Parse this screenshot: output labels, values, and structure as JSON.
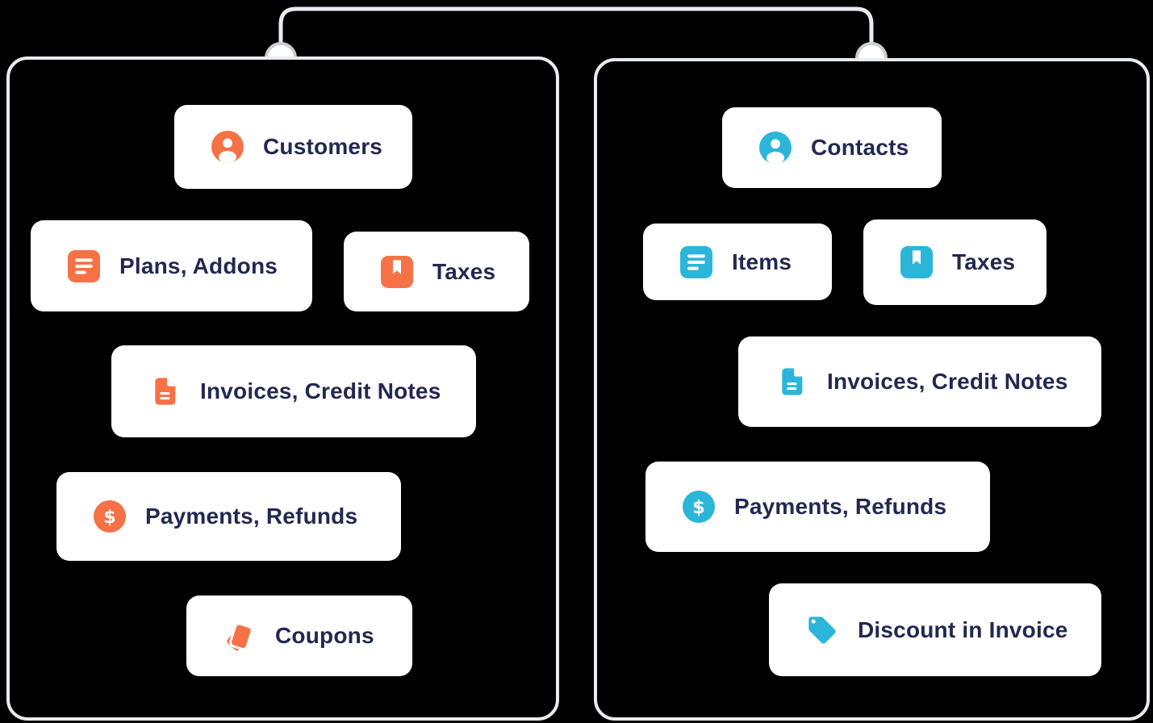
{
  "background_color": "#000000",
  "connector": {
    "line_color": "#E8ECF0",
    "node_fill": "#FFFFFF",
    "node_ring_color": "#C9CFD4"
  },
  "panel_style": {
    "border_color": "#E8ECF0",
    "card_background": "#FFFFFF",
    "label_color": "#232851"
  },
  "panels": [
    {
      "name": "left",
      "accent_color": "#F77146",
      "items": [
        {
          "label": "Customers",
          "icon": "user-circle-icon"
        },
        {
          "label": "Plans, Addons",
          "icon": "list-icon"
        },
        {
          "label": "Taxes",
          "icon": "bookmark-icon"
        },
        {
          "label": "Invoices, Credit Notes",
          "icon": "document-icon"
        },
        {
          "label": "Payments, Refunds",
          "icon": "dollar-circle-icon"
        },
        {
          "label": "Coupons",
          "icon": "coupons-icon"
        }
      ]
    },
    {
      "name": "right",
      "accent_color": "#2BB6D9",
      "items": [
        {
          "label": "Contacts",
          "icon": "user-circle-icon"
        },
        {
          "label": "Items",
          "icon": "list-icon"
        },
        {
          "label": "Taxes",
          "icon": "bookmark-icon"
        },
        {
          "label": "Invoices, Credit Notes",
          "icon": "document-icon"
        },
        {
          "label": "Payments, Refunds",
          "icon": "dollar-circle-icon"
        },
        {
          "label": "Discount in Invoice",
          "icon": "tag-icon"
        }
      ]
    }
  ]
}
